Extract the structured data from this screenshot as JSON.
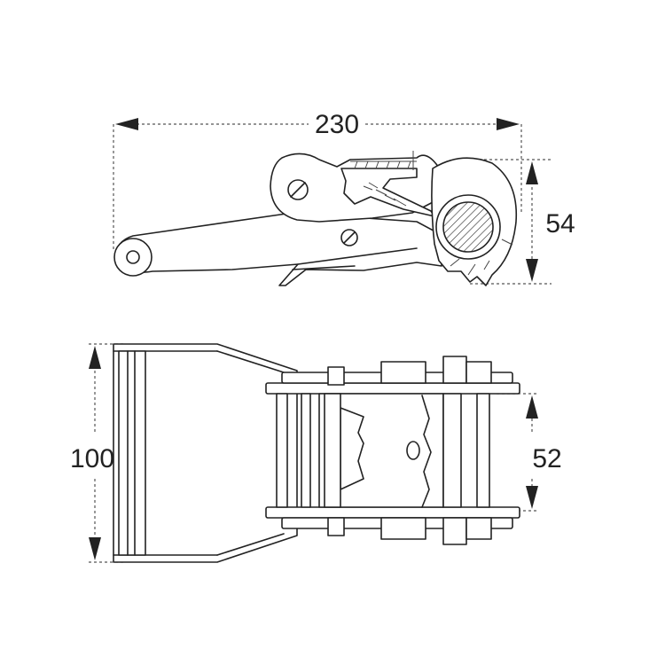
{
  "dimensions": {
    "overall_length": "230",
    "handle_height": "54",
    "frame_width": "100",
    "inner_width": "52"
  }
}
